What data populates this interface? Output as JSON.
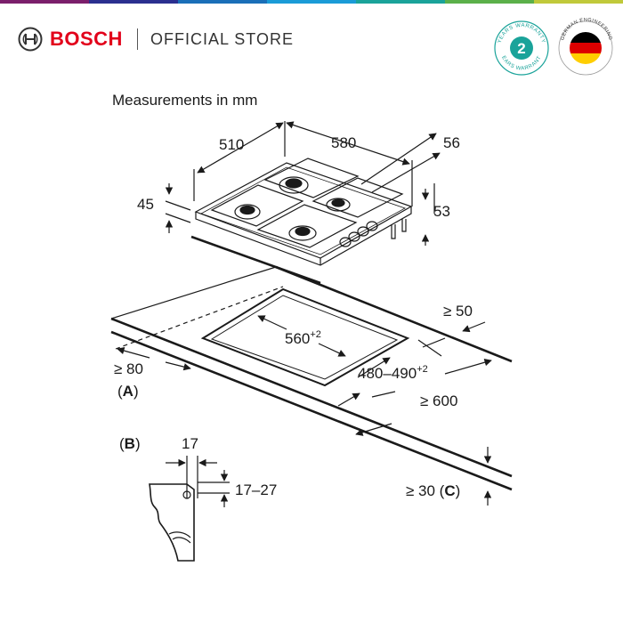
{
  "header": {
    "brand_name": "BOSCH",
    "store_label": "OFFICIAL STORE",
    "top_stripe_colors": [
      "#7b1f6b",
      "#2b2f8f",
      "#1a6fb8",
      "#1a9bd7",
      "#1aa39a",
      "#5bb04a",
      "#c0c93a"
    ],
    "brand_color": "#e2001a"
  },
  "badges": {
    "warranty": {
      "number": "2",
      "text_top": "YEARS WARRANTY",
      "text_bottom": "YEARS WARRANTY",
      "color": "#1aa39a"
    },
    "engineering": {
      "text": "GERMAN ENGINEERING",
      "flag_colors": [
        "#000000",
        "#dd0000",
        "#ffce00"
      ]
    }
  },
  "diagram": {
    "title": "Measurements in mm",
    "dims": {
      "width": "510",
      "depth": "580",
      "d56": "56",
      "d45": "45",
      "d53": "53",
      "cutout_depth": "560",
      "cutout_depth_sup": "+2",
      "cutout_width": "480–490",
      "cutout_width_sup": "+2",
      "rear_min": "≥ 50",
      "side_min": "≥ 80",
      "counter_min": "≥ 600",
      "thick_min": "≥ 30 (",
      "label_a": "(A)",
      "label_b": "(B)",
      "label_c": "C",
      "thick_close": ")",
      "b_dim": "17",
      "b_range": "17–27"
    }
  }
}
